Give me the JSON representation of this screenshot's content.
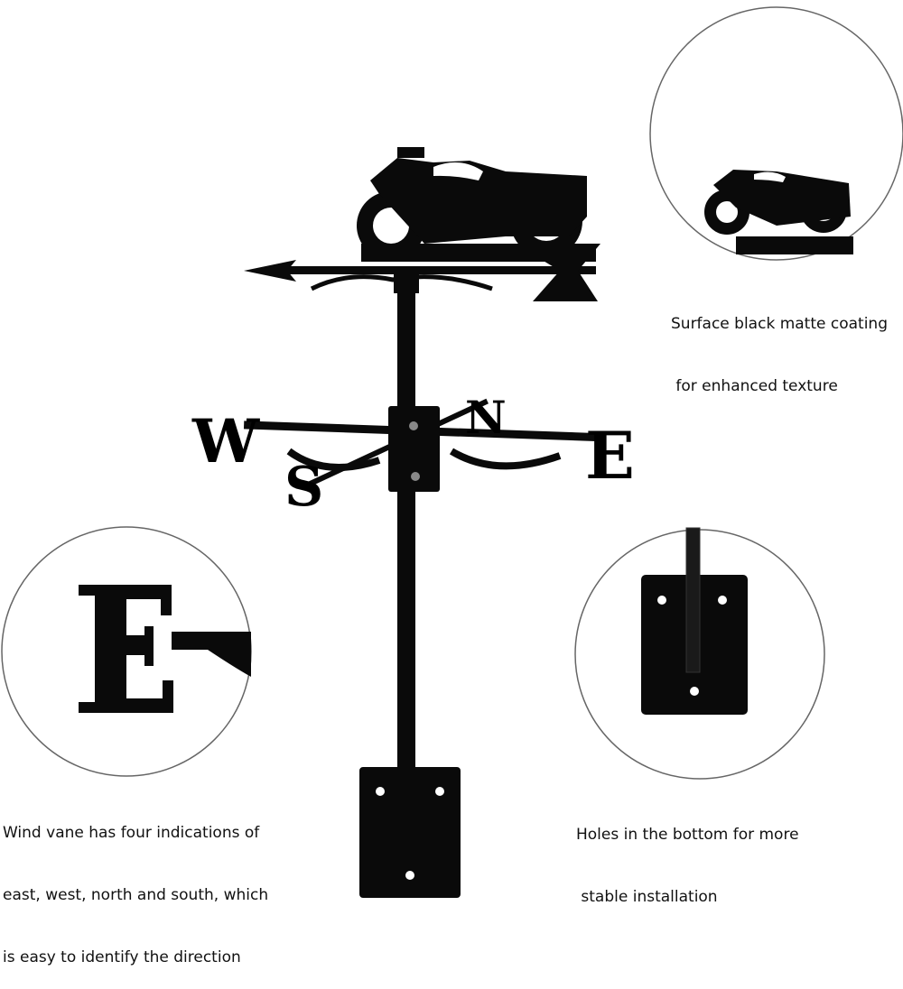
{
  "compass": {
    "west": "W",
    "east": "E",
    "north": "N",
    "south": "S"
  },
  "callouts": {
    "coating": {
      "line1": "Surface black matte coating",
      "line2": " for enhanced texture"
    },
    "directions": {
      "line1": "Wind vane has four indications of",
      "line2": "east, west, north and south, which",
      "line3": "is easy to identify the direction"
    },
    "holes": {
      "line1": "Holes in the bottom for more",
      "line2": " stable installation"
    }
  },
  "colors": {
    "metal": "#0a0a0a",
    "circle": "#555555"
  }
}
